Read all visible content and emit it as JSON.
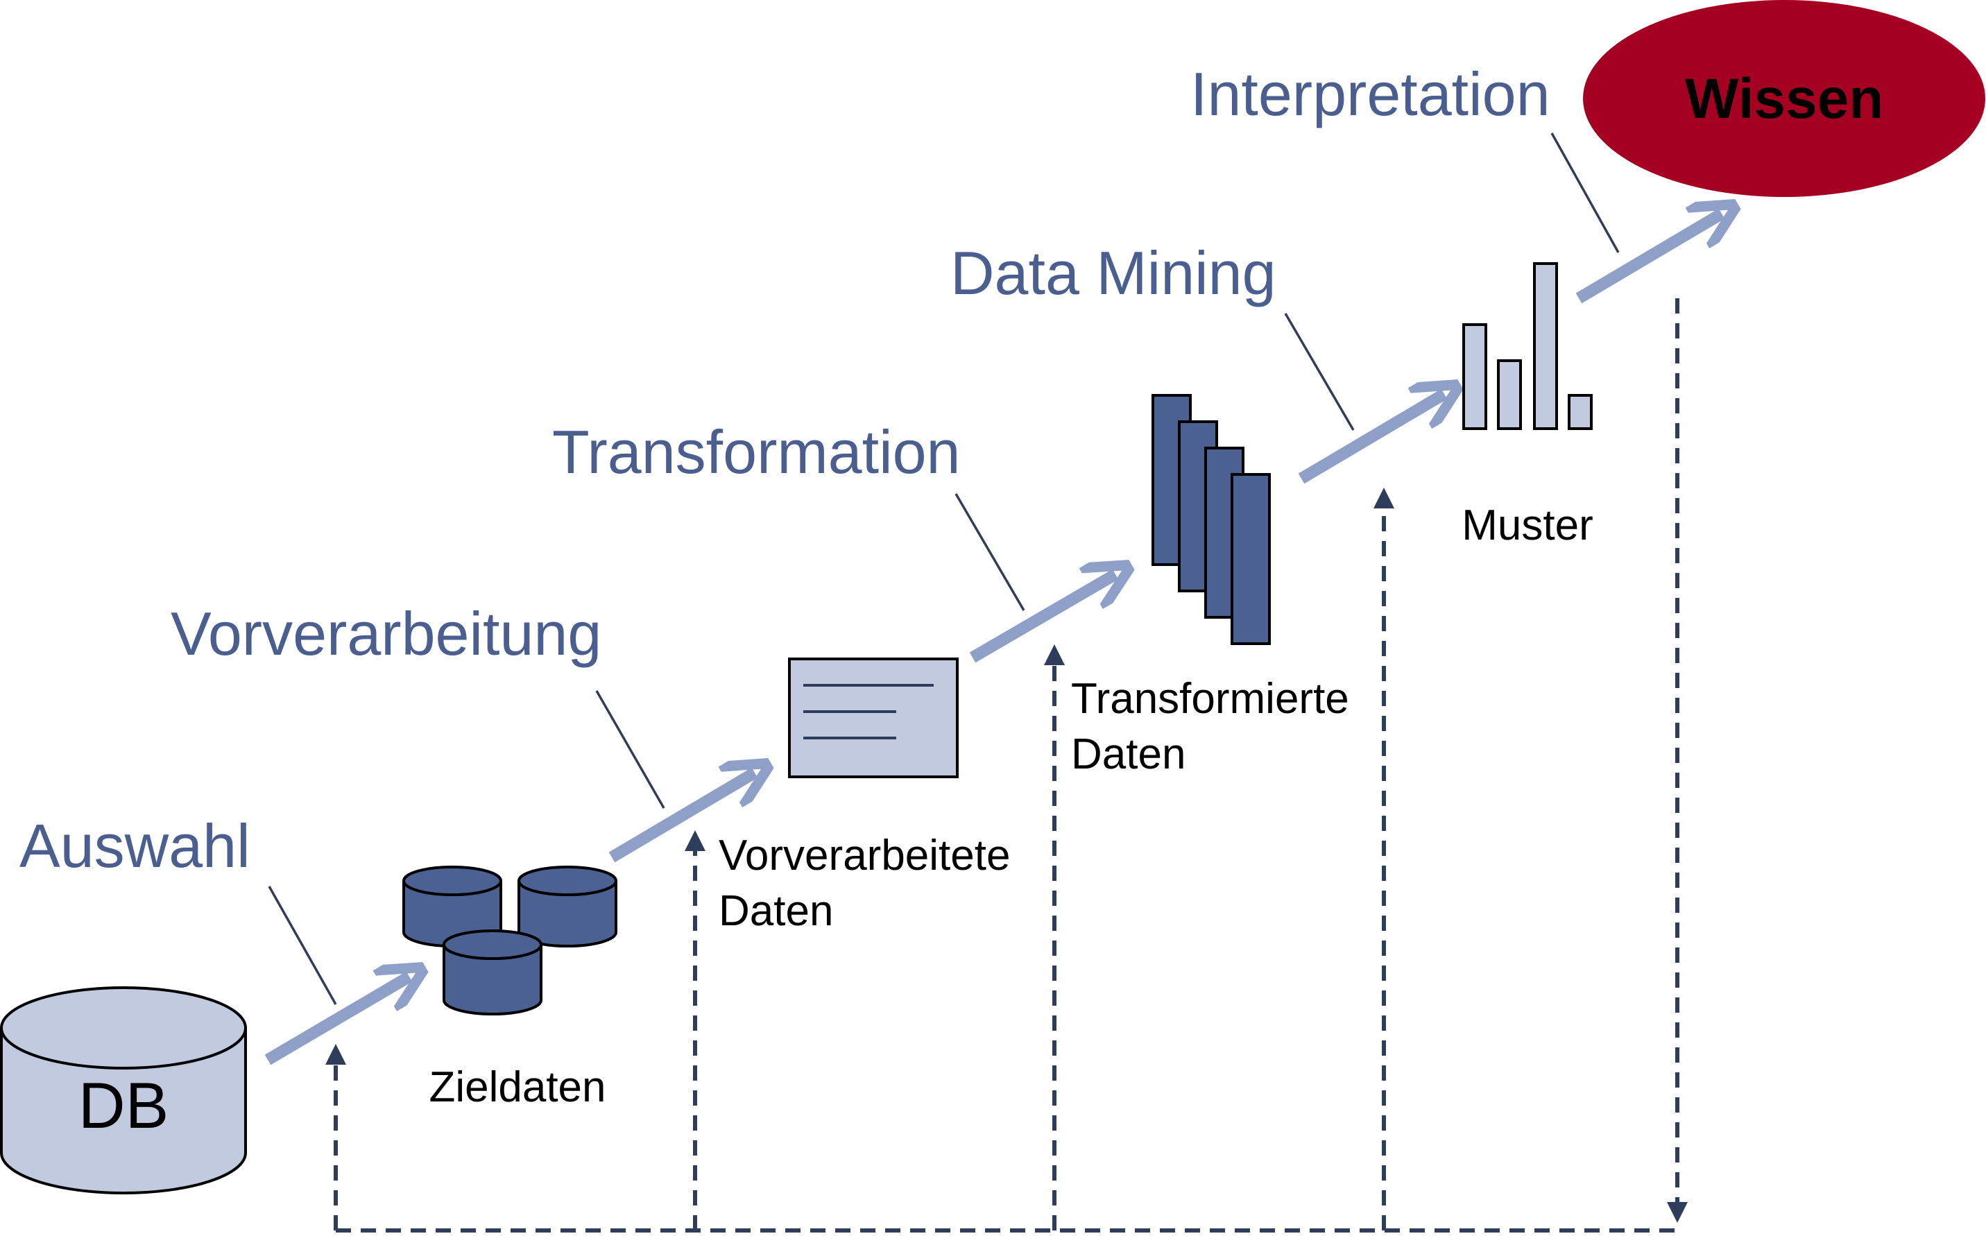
{
  "steps": {
    "auswahl": "Auswahl",
    "vorverarbeitung": "Vorverarbeitung",
    "transformation": "Transformation",
    "data_mining": "Data Mining",
    "interpretation": "Interpretation"
  },
  "nodes": {
    "db": "DB",
    "zieldaten": "Zieldaten",
    "vorverarbeitete_line1": "Vorverarbeitete",
    "vorverarbeitete_line2": "Daten",
    "transformierte_line1": "Transformierte",
    "transformierte_line2": "Daten",
    "muster": "Muster",
    "wissen": "Wissen"
  },
  "colors": {
    "step_text": "#4a5f8f",
    "arrow": "#8ea0c8",
    "light_fill": "#c1cade",
    "dark_fill": "#4b6191",
    "goal_fill": "#a50021",
    "dashed": "#2f3d5c"
  }
}
